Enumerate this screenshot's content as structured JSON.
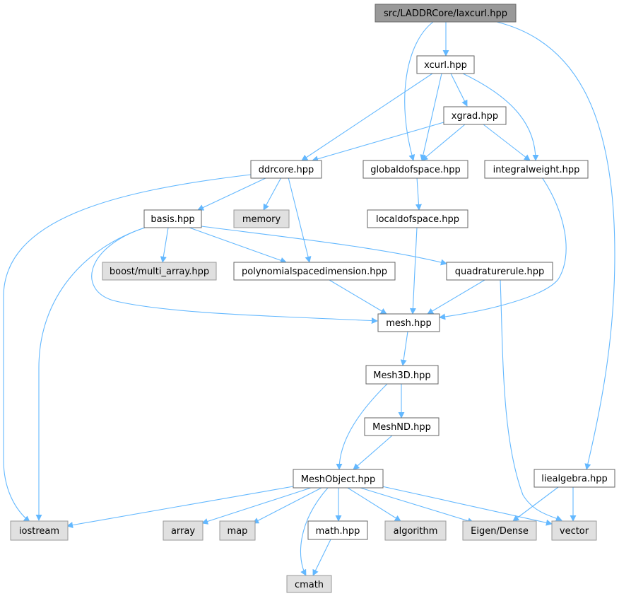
{
  "colors": {
    "edge": "#63b8ff",
    "root_fill": "#999999",
    "root_border": "#666666",
    "node_fill": "#ffffff",
    "node_border": "#666666",
    "external_fill": "#e0e0e0",
    "external_border": "#999999"
  },
  "nodes": {
    "laxcurl": {
      "label": "src/LADDRCore/laxcurl.hpp",
      "kind": "root"
    },
    "xcurl": {
      "label": "xcurl.hpp",
      "kind": "internal"
    },
    "xgrad": {
      "label": "xgrad.hpp",
      "kind": "internal"
    },
    "ddrcore": {
      "label": "ddrcore.hpp",
      "kind": "internal"
    },
    "globaldofspace": {
      "label": "globaldofspace.hpp",
      "kind": "internal"
    },
    "integralweight": {
      "label": "integralweight.hpp",
      "kind": "internal"
    },
    "memory": {
      "label": "memory",
      "kind": "external"
    },
    "basis": {
      "label": "basis.hpp",
      "kind": "internal"
    },
    "localdofspace": {
      "label": "localdofspace.hpp",
      "kind": "internal"
    },
    "boost_multi_array": {
      "label": "boost/multi_array.hpp",
      "kind": "external"
    },
    "polynomialspacedimension": {
      "label": "polynomialspacedimension.hpp",
      "kind": "internal"
    },
    "quadraturerule": {
      "label": "quadraturerule.hpp",
      "kind": "internal"
    },
    "mesh": {
      "label": "mesh.hpp",
      "kind": "internal"
    },
    "mesh3d": {
      "label": "Mesh3D.hpp",
      "kind": "internal"
    },
    "meshnd": {
      "label": "MeshND.hpp",
      "kind": "internal"
    },
    "meshobject": {
      "label": "MeshObject.hpp",
      "kind": "internal"
    },
    "liealgebra": {
      "label": "liealgebra.hpp",
      "kind": "internal"
    },
    "iostream": {
      "label": "iostream",
      "kind": "external"
    },
    "array": {
      "label": "array",
      "kind": "external"
    },
    "map": {
      "label": "map",
      "kind": "external"
    },
    "math": {
      "label": "math.hpp",
      "kind": "internal"
    },
    "algorithm": {
      "label": "algorithm",
      "kind": "external"
    },
    "eigen_dense": {
      "label": "Eigen/Dense",
      "kind": "external"
    },
    "vector": {
      "label": "vector",
      "kind": "external"
    },
    "cmath": {
      "label": "cmath",
      "kind": "external"
    }
  },
  "edges": [
    [
      "laxcurl",
      "xcurl"
    ],
    [
      "laxcurl",
      "globaldofspace"
    ],
    [
      "laxcurl",
      "liealgebra"
    ],
    [
      "xcurl",
      "ddrcore"
    ],
    [
      "xcurl",
      "globaldofspace"
    ],
    [
      "xcurl",
      "xgrad"
    ],
    [
      "xcurl",
      "integralweight"
    ],
    [
      "xgrad",
      "ddrcore"
    ],
    [
      "xgrad",
      "globaldofspace"
    ],
    [
      "xgrad",
      "integralweight"
    ],
    [
      "ddrcore",
      "basis"
    ],
    [
      "ddrcore",
      "memory"
    ],
    [
      "ddrcore",
      "polynomialspacedimension"
    ],
    [
      "ddrcore",
      "iostream"
    ],
    [
      "globaldofspace",
      "localdofspace"
    ],
    [
      "integralweight",
      "mesh"
    ],
    [
      "basis",
      "boost_multi_array"
    ],
    [
      "basis",
      "polynomialspacedimension"
    ],
    [
      "basis",
      "quadraturerule"
    ],
    [
      "basis",
      "mesh"
    ],
    [
      "basis",
      "iostream"
    ],
    [
      "localdofspace",
      "mesh"
    ],
    [
      "polynomialspacedimension",
      "mesh"
    ],
    [
      "quadraturerule",
      "mesh"
    ],
    [
      "quadraturerule",
      "vector"
    ],
    [
      "mesh",
      "mesh3d"
    ],
    [
      "mesh3d",
      "meshnd"
    ],
    [
      "mesh3d",
      "meshobject"
    ],
    [
      "meshnd",
      "meshobject"
    ],
    [
      "meshobject",
      "iostream"
    ],
    [
      "meshobject",
      "array"
    ],
    [
      "meshobject",
      "map"
    ],
    [
      "meshobject",
      "cmath"
    ],
    [
      "meshobject",
      "math"
    ],
    [
      "meshobject",
      "algorithm"
    ],
    [
      "meshobject",
      "eigen_dense"
    ],
    [
      "meshobject",
      "vector"
    ],
    [
      "math",
      "cmath"
    ],
    [
      "liealgebra",
      "eigen_dense"
    ],
    [
      "liealgebra",
      "vector"
    ]
  ]
}
